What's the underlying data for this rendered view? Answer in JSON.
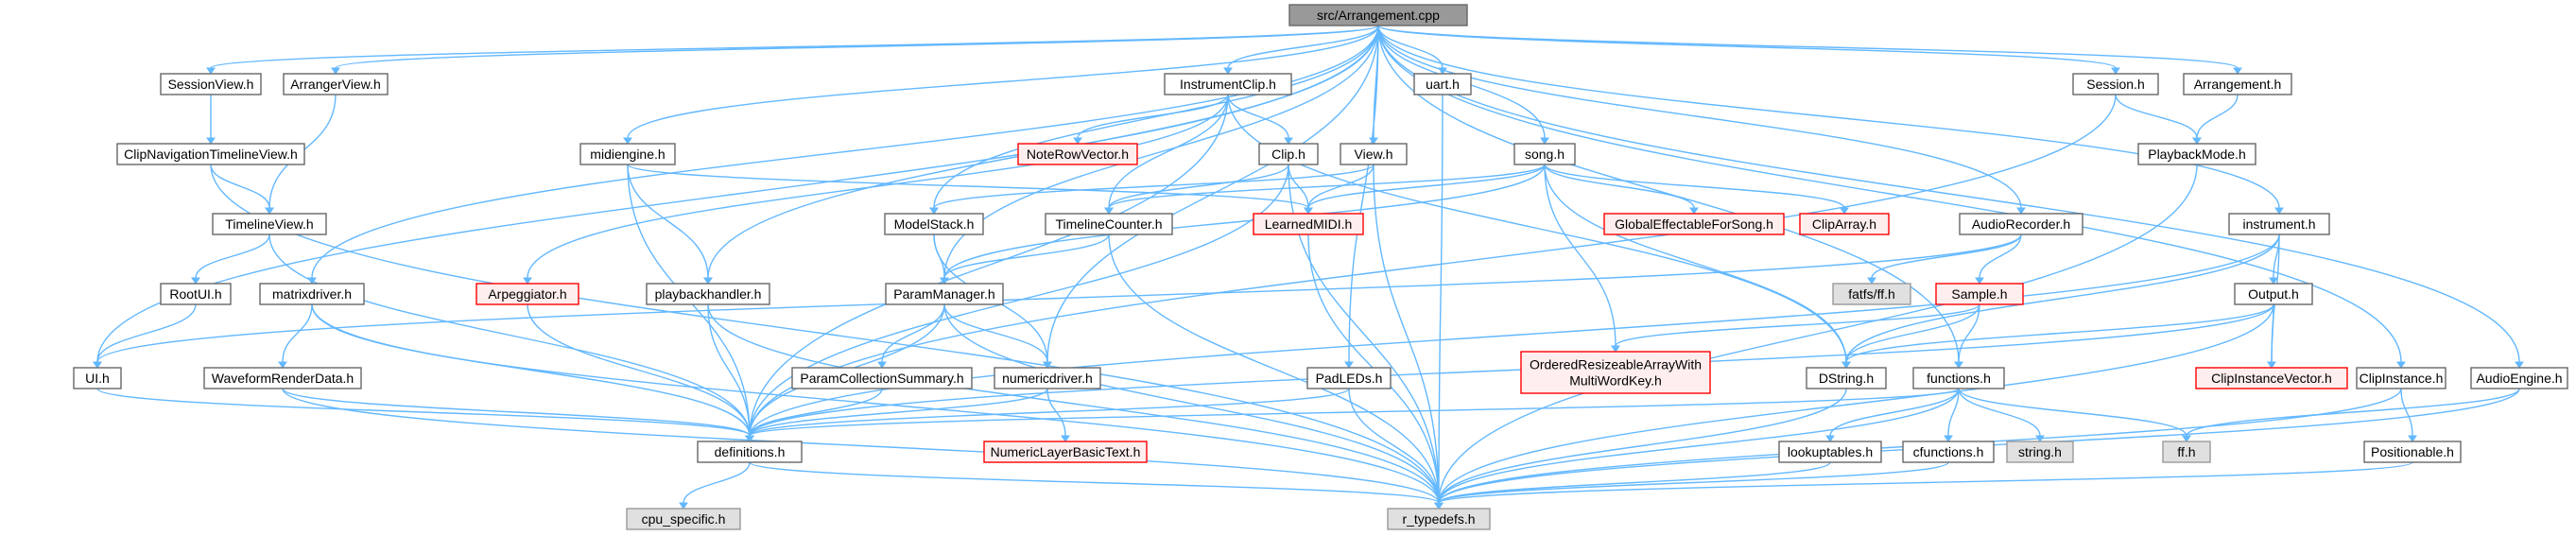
{
  "graph": {
    "colors": {
      "edge": "#63b8ff",
      "normal_fill": "#ffffff",
      "normal_stroke": "#666666",
      "root_fill": "#999999",
      "root_stroke": "#666666",
      "missing_fill": "#ffeeee",
      "missing_stroke": "#ff0000",
      "system_fill": "#e0e0e0",
      "system_stroke": "#999999"
    },
    "nodes": [
      {
        "id": "arrangement-cpp",
        "label": [
          "src/Arrangement.cpp"
        ],
        "kind": "root"
      },
      {
        "id": "session-view-h",
        "label": [
          "SessionView.h"
        ],
        "kind": "normal"
      },
      {
        "id": "arranger-view-h",
        "label": [
          "ArrangerView.h"
        ],
        "kind": "normal"
      },
      {
        "id": "instrument-clip-h",
        "label": [
          "InstrumentClip.h"
        ],
        "kind": "normal"
      },
      {
        "id": "uart-h",
        "label": [
          "uart.h"
        ],
        "kind": "normal"
      },
      {
        "id": "session-h",
        "label": [
          "Session.h"
        ],
        "kind": "normal"
      },
      {
        "id": "arrangement-h",
        "label": [
          "Arrangement.h"
        ],
        "kind": "normal"
      },
      {
        "id": "clip-navigation-timeline-view-h",
        "label": [
          "ClipNavigationTimelineView.h"
        ],
        "kind": "normal"
      },
      {
        "id": "note-row-vector-h",
        "label": [
          "NoteRowVector.h"
        ],
        "kind": "missing"
      },
      {
        "id": "clip-h",
        "label": [
          "Clip.h"
        ],
        "kind": "normal"
      },
      {
        "id": "view-h",
        "label": [
          "View.h"
        ],
        "kind": "normal"
      },
      {
        "id": "song-h",
        "label": [
          "song.h"
        ],
        "kind": "normal"
      },
      {
        "id": "playback-mode-h",
        "label": [
          "PlaybackMode.h"
        ],
        "kind": "normal"
      },
      {
        "id": "midiengine-h",
        "label": [
          "midiengine.h"
        ],
        "kind": "normal"
      },
      {
        "id": "timeline-view-h",
        "label": [
          "TimelineView.h"
        ],
        "kind": "normal"
      },
      {
        "id": "model-stack-h",
        "label": [
          "ModelStack.h"
        ],
        "kind": "normal"
      },
      {
        "id": "timeline-counter-h",
        "label": [
          "TimelineCounter.h"
        ],
        "kind": "normal"
      },
      {
        "id": "learned-midi-h",
        "label": [
          "LearnedMIDI.h"
        ],
        "kind": "missing"
      },
      {
        "id": "global-effectable-for-song-h",
        "label": [
          "GlobalEffectableForSong.h"
        ],
        "kind": "missing"
      },
      {
        "id": "clip-array-h",
        "label": [
          "ClipArray.h"
        ],
        "kind": "missing"
      },
      {
        "id": "audio-recorder-h",
        "label": [
          "AudioRecorder.h"
        ],
        "kind": "normal"
      },
      {
        "id": "instrument-h",
        "label": [
          "instrument.h"
        ],
        "kind": "normal"
      },
      {
        "id": "root-ui-h",
        "label": [
          "RootUI.h"
        ],
        "kind": "normal"
      },
      {
        "id": "matrixdriver-h",
        "label": [
          "matrixdriver.h"
        ],
        "kind": "normal"
      },
      {
        "id": "arpeggiator-h",
        "label": [
          "Arpeggiator.h"
        ],
        "kind": "missing"
      },
      {
        "id": "playbackhandler-h",
        "label": [
          "playbackhandler.h"
        ],
        "kind": "normal"
      },
      {
        "id": "param-manager-h",
        "label": [
          "ParamManager.h"
        ],
        "kind": "normal"
      },
      {
        "id": "fatfs-ff-h",
        "label": [
          "fatfs/ff.h"
        ],
        "kind": "system"
      },
      {
        "id": "sample-h",
        "label": [
          "Sample.h"
        ],
        "kind": "missing"
      },
      {
        "id": "output-h",
        "label": [
          "Output.h"
        ],
        "kind": "normal"
      },
      {
        "id": "ui-h",
        "label": [
          "UI.h"
        ],
        "kind": "normal"
      },
      {
        "id": "waveform-render-data-h",
        "label": [
          "WaveformRenderData.h"
        ],
        "kind": "normal"
      },
      {
        "id": "param-collection-summary-h",
        "label": [
          "ParamCollectionSummary.h"
        ],
        "kind": "normal"
      },
      {
        "id": "numericdriver-h",
        "label": [
          "numericdriver.h"
        ],
        "kind": "normal"
      },
      {
        "id": "pad-leds-h",
        "label": [
          "PadLEDs.h"
        ],
        "kind": "normal"
      },
      {
        "id": "ordered-resizeable-array-h",
        "label": [
          "OrderedResizeableArrayWith",
          "MultiWordKey.h"
        ],
        "kind": "missing"
      },
      {
        "id": "dstring-h",
        "label": [
          "DString.h"
        ],
        "kind": "normal"
      },
      {
        "id": "functions-h",
        "label": [
          "functions.h"
        ],
        "kind": "normal"
      },
      {
        "id": "clip-instance-vector-h",
        "label": [
          "ClipInstanceVector.h"
        ],
        "kind": "missing"
      },
      {
        "id": "clip-instance-h",
        "label": [
          "ClipInstance.h"
        ],
        "kind": "normal"
      },
      {
        "id": "audio-engine-h",
        "label": [
          "AudioEngine.h"
        ],
        "kind": "normal"
      },
      {
        "id": "numeric-layer-basic-text-h",
        "label": [
          "NumericLayerBasicText.h"
        ],
        "kind": "missing"
      },
      {
        "id": "definitions-h",
        "label": [
          "definitions.h"
        ],
        "kind": "normal"
      },
      {
        "id": "lookuptables-h",
        "label": [
          "lookuptables.h"
        ],
        "kind": "normal"
      },
      {
        "id": "cfunctions-h",
        "label": [
          "cfunctions.h"
        ],
        "kind": "normal"
      },
      {
        "id": "string-h",
        "label": [
          "string.h"
        ],
        "kind": "system"
      },
      {
        "id": "ff-h",
        "label": [
          "ff.h"
        ],
        "kind": "system"
      },
      {
        "id": "positionable-h",
        "label": [
          "Positionable.h"
        ],
        "kind": "normal"
      },
      {
        "id": "cpu-specific-h",
        "label": [
          "cpu_specific.h"
        ],
        "kind": "system"
      },
      {
        "id": "r-typedefs-h",
        "label": [
          "r_typedefs.h"
        ],
        "kind": "system"
      }
    ],
    "edges": [
      [
        "arrangement-cpp",
        "session-view-h"
      ],
      [
        "arrangement-cpp",
        "arranger-view-h"
      ],
      [
        "arrangement-cpp",
        "instrument-clip-h"
      ],
      [
        "arrangement-cpp",
        "uart-h"
      ],
      [
        "arrangement-cpp",
        "session-h"
      ],
      [
        "arrangement-cpp",
        "arrangement-h"
      ],
      [
        "arrangement-cpp",
        "view-h"
      ],
      [
        "arrangement-cpp",
        "song-h"
      ],
      [
        "arrangement-cpp",
        "midiengine-h"
      ],
      [
        "arrangement-cpp",
        "model-stack-h"
      ],
      [
        "arrangement-cpp",
        "audio-recorder-h"
      ],
      [
        "arrangement-cpp",
        "instrument-h"
      ],
      [
        "arrangement-cpp",
        "matrixdriver-h"
      ],
      [
        "arrangement-cpp",
        "playbackhandler-h"
      ],
      [
        "arrangement-cpp",
        "param-manager-h"
      ],
      [
        "arrangement-cpp",
        "ui-h"
      ],
      [
        "arrangement-cpp",
        "numericdriver-h"
      ],
      [
        "arrangement-cpp",
        "pad-leds-h"
      ],
      [
        "arrangement-cpp",
        "functions-h"
      ],
      [
        "arrangement-cpp",
        "clip-instance-h"
      ],
      [
        "arrangement-cpp",
        "audio-engine-h"
      ],
      [
        "session-view-h",
        "clip-navigation-timeline-view-h"
      ],
      [
        "arranger-view-h",
        "timeline-view-h"
      ],
      [
        "clip-navigation-timeline-view-h",
        "timeline-view-h"
      ],
      [
        "clip-navigation-timeline-view-h",
        "r-typedefs-h"
      ],
      [
        "timeline-view-h",
        "root-ui-h"
      ],
      [
        "timeline-view-h",
        "definitions-h"
      ],
      [
        "root-ui-h",
        "ui-h"
      ],
      [
        "ui-h",
        "definitions-h"
      ],
      [
        "instrument-clip-h",
        "note-row-vector-h"
      ],
      [
        "instrument-clip-h",
        "clip-h"
      ],
      [
        "instrument-clip-h",
        "timeline-counter-h"
      ],
      [
        "instrument-clip-h",
        "arpeggiator-h"
      ],
      [
        "instrument-clip-h",
        "definitions-h"
      ],
      [
        "instrument-clip-h",
        "dstring-h"
      ],
      [
        "clip-h",
        "timeline-counter-h"
      ],
      [
        "clip-h",
        "learned-midi-h"
      ],
      [
        "clip-h",
        "definitions-h"
      ],
      [
        "clip-h",
        "r-typedefs-h"
      ],
      [
        "view-h",
        "model-stack-h"
      ],
      [
        "view-h",
        "learned-midi-h"
      ],
      [
        "view-h",
        "r-typedefs-h"
      ],
      [
        "song-h",
        "timeline-counter-h"
      ],
      [
        "song-h",
        "learned-midi-h"
      ],
      [
        "song-h",
        "global-effectable-for-song-h"
      ],
      [
        "song-h",
        "clip-array-h"
      ],
      [
        "song-h",
        "ordered-resizeable-array-h"
      ],
      [
        "song-h",
        "dstring-h"
      ],
      [
        "song-h",
        "param-manager-h"
      ],
      [
        "midiengine-h",
        "learned-midi-h"
      ],
      [
        "midiengine-h",
        "playbackhandler-h"
      ],
      [
        "midiengine-h",
        "definitions-h"
      ],
      [
        "model-stack-h",
        "param-manager-h"
      ],
      [
        "model-stack-h",
        "numericdriver-h"
      ],
      [
        "timeline-counter-h",
        "param-manager-h"
      ],
      [
        "timeline-counter-h",
        "r-typedefs-h"
      ],
      [
        "learned-midi-h",
        "r-typedefs-h"
      ],
      [
        "uart-h",
        "r-typedefs-h"
      ],
      [
        "session-h",
        "playback-mode-h"
      ],
      [
        "session-h",
        "definitions-h"
      ],
      [
        "arrangement-h",
        "playback-mode-h"
      ],
      [
        "playback-mode-h",
        "r-typedefs-h"
      ],
      [
        "audio-recorder-h",
        "fatfs-ff-h"
      ],
      [
        "audio-recorder-h",
        "sample-h"
      ],
      [
        "audio-recorder-h",
        "ui-h"
      ],
      [
        "sample-h",
        "ordered-resizeable-array-h"
      ],
      [
        "sample-h",
        "dstring-h"
      ],
      [
        "sample-h",
        "functions-h"
      ],
      [
        "instrument-h",
        "output-h"
      ],
      [
        "instrument-h",
        "clip-instance-vector-h"
      ],
      [
        "instrument-h",
        "dstring-h"
      ],
      [
        "instrument-h",
        "definitions-h"
      ],
      [
        "output-h",
        "clip-instance-vector-h"
      ],
      [
        "output-h",
        "dstring-h"
      ],
      [
        "output-h",
        "definitions-h"
      ],
      [
        "output-h",
        "r-typedefs-h"
      ],
      [
        "matrixdriver-h",
        "waveform-render-data-h"
      ],
      [
        "matrixdriver-h",
        "definitions-h"
      ],
      [
        "matrixdriver-h",
        "r-typedefs-h"
      ],
      [
        "waveform-render-data-h",
        "definitions-h"
      ],
      [
        "waveform-render-data-h",
        "r-typedefs-h"
      ],
      [
        "arpeggiator-h",
        "definitions-h"
      ],
      [
        "playbackhandler-h",
        "definitions-h"
      ],
      [
        "playbackhandler-h",
        "r-typedefs-h"
      ],
      [
        "param-manager-h",
        "param-collection-summary-h"
      ],
      [
        "param-manager-h",
        "numericdriver-h"
      ],
      [
        "param-manager-h",
        "definitions-h"
      ],
      [
        "param-manager-h",
        "r-typedefs-h"
      ],
      [
        "param-collection-summary-h",
        "definitions-h"
      ],
      [
        "numericdriver-h",
        "numeric-layer-basic-text-h"
      ],
      [
        "numericdriver-h",
        "definitions-h"
      ],
      [
        "pad-leds-h",
        "definitions-h"
      ],
      [
        "pad-leds-h",
        "r-typedefs-h"
      ],
      [
        "dstring-h",
        "r-typedefs-h"
      ],
      [
        "functions-h",
        "lookuptables-h"
      ],
      [
        "functions-h",
        "cfunctions-h"
      ],
      [
        "functions-h",
        "string-h"
      ],
      [
        "functions-h",
        "ff-h"
      ],
      [
        "functions-h",
        "definitions-h"
      ],
      [
        "functions-h",
        "r-typedefs-h"
      ],
      [
        "lookuptables-h",
        "r-typedefs-h"
      ],
      [
        "cfunctions-h",
        "r-typedefs-h"
      ],
      [
        "clip-instance-h",
        "positionable-h"
      ],
      [
        "clip-instance-h",
        "r-typedefs-h"
      ],
      [
        "positionable-h",
        "r-typedefs-h"
      ],
      [
        "audio-engine-h",
        "ff-h"
      ],
      [
        "audio-engine-h",
        "r-typedefs-h"
      ],
      [
        "definitions-h",
        "cpu-specific-h"
      ],
      [
        "definitions-h",
        "r-typedefs-h"
      ]
    ]
  }
}
